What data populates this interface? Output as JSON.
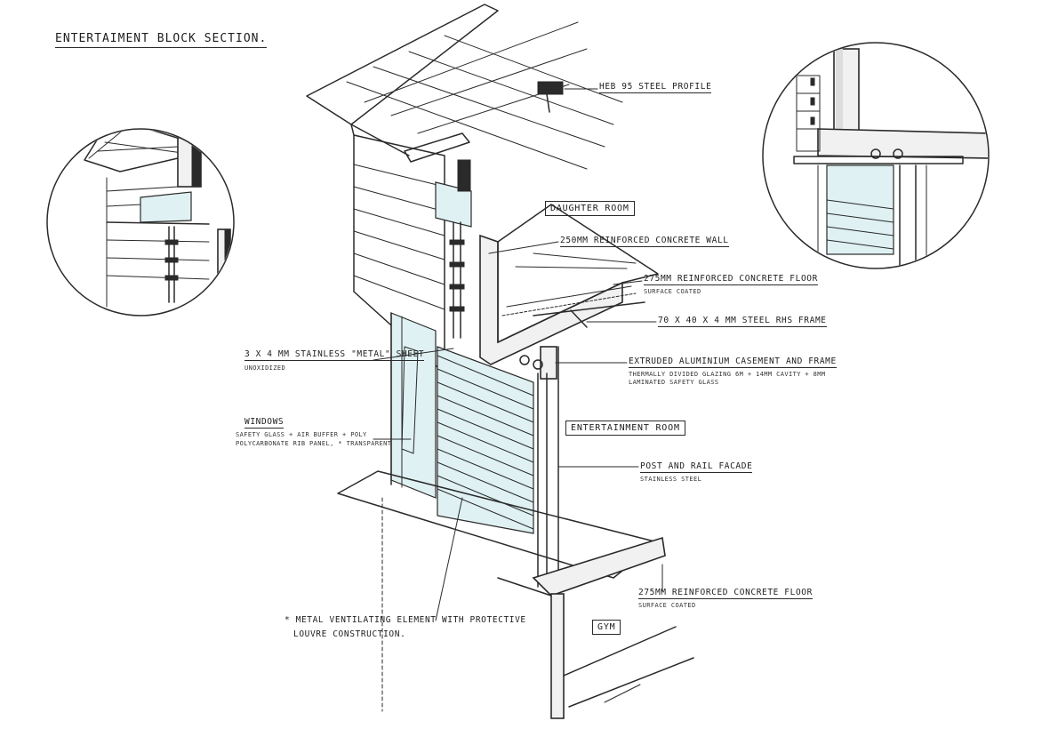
{
  "title": "ENTERTAIMENT BLOCK SECTION.",
  "rooms": {
    "daughter": "DAUGHTER ROOM",
    "entertainment": "ENTERTAINMENT ROOM",
    "gym": "GYM"
  },
  "annotations": {
    "steel_profile": "HEB 95 Steel profile",
    "wall": "250mm Reinforced concrete wall",
    "floor_upper": "275mm Reinforced concrete floor",
    "floor_upper_sub": "Surface coated",
    "rhs_frame": "70 x 40 x 4 mm steel RHS frame",
    "stainless_sheet": "3 x 4 mm stainless \"metal\" sheet",
    "stainless_sheet_sub": "Unoxidized",
    "casement": "Extruded aluminium casement and frame",
    "casement_sub_1": "Thermally divided glazing 6m + 14mm cavity + 8mm",
    "casement_sub_2": "laminated safety glass",
    "windows": "Windows",
    "windows_sub_1": "Safety glass + air buffer + poly",
    "windows_sub_2": "polycarbonate rib panel, * transparent",
    "facade": "Post and rail facade",
    "facade_sub": "Stainless steel",
    "floor_lower": "275mm Reinforced concrete floor",
    "floor_lower_sub": "Surface coated",
    "louvre_1": "* Metal ventilating element with protective",
    "louvre_2": "louvre construction."
  },
  "colors": {
    "glass": "#dff1f3",
    "ink": "#2a2a2a",
    "paper": "#ffffff"
  }
}
